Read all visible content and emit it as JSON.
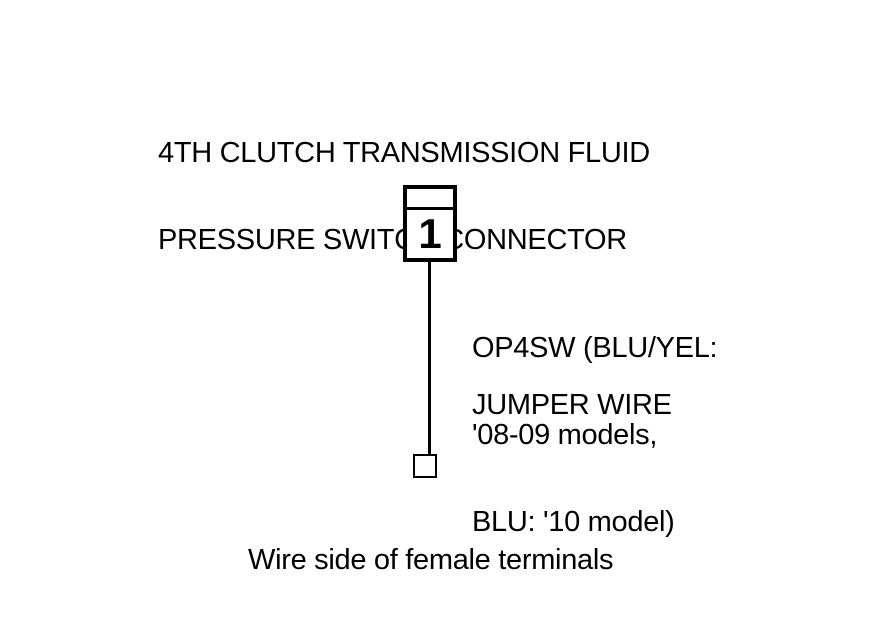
{
  "title": {
    "line1": "4TH CLUTCH TRANSMISSION FLUID",
    "line2": "PRESSURE SWITCH CONNECTOR"
  },
  "connector": {
    "pin": "1"
  },
  "labels": {
    "wire": {
      "line1": "OP4SW (BLU/YEL:",
      "line2": "'08-09 models,",
      "line3": "BLU: '10 model)"
    },
    "jumper": "JUMPER WIRE",
    "caption": "Wire side of female terminals"
  },
  "colors": {
    "ink": "#000000",
    "background": "#ffffff"
  }
}
